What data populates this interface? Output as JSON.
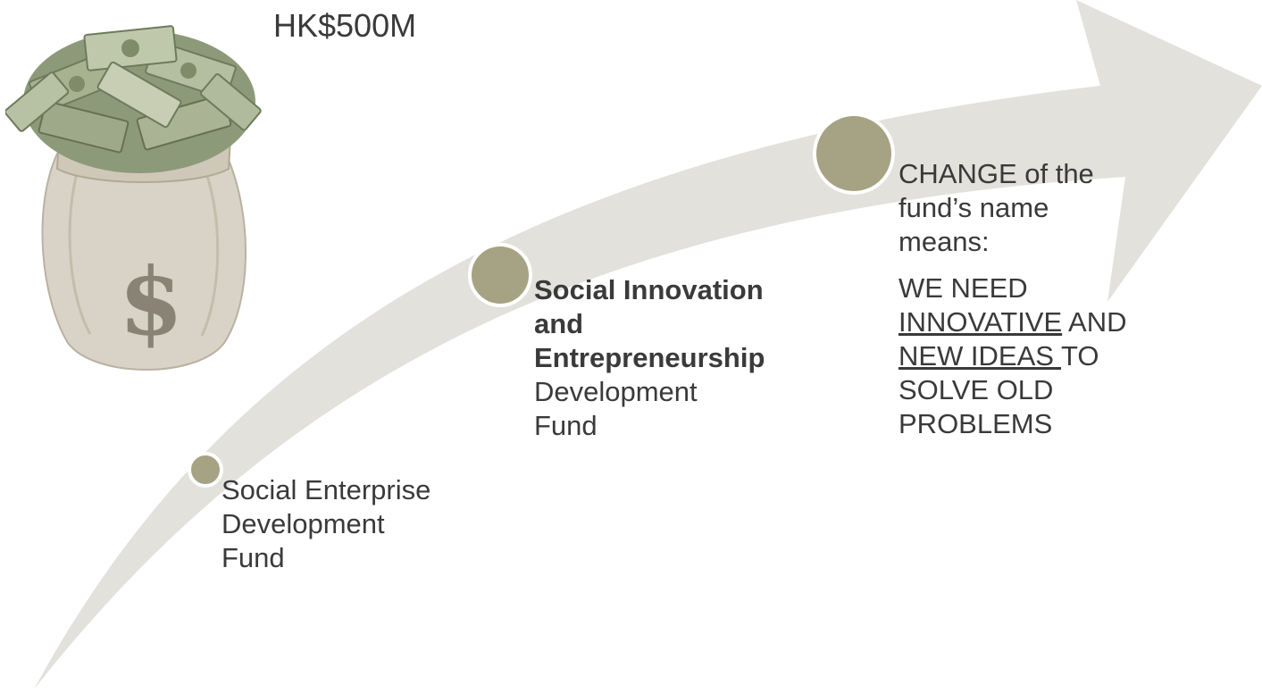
{
  "amount": "HK$500M",
  "stages": [
    {
      "name_lines": [
        "Social Enterprise",
        "Development",
        "Fund"
      ]
    },
    {
      "bold_lines": [
        "Social Innovation",
        "and",
        "Entrepreneurship"
      ],
      "plain_lines": [
        "Development",
        "Fund"
      ]
    },
    {
      "lines": [
        "CHANGE of the",
        "fund’s name",
        "means:"
      ],
      "message": {
        "line1": "WE NEED",
        "line2_underlined": "INNOVATIVE",
        "line2_rest": " AND",
        "line3_underlined": "NEW IDEAS ",
        "line3_rest": "TO",
        "line4": "SOLVE OLD",
        "line5": "PROBLEMS"
      }
    }
  ],
  "colors": {
    "arrow": "#e2e1dc",
    "marker": "#a6a384",
    "text": "#3a3a3a"
  },
  "icons": {
    "money_bag": "money-bag-with-dollar-sign"
  }
}
